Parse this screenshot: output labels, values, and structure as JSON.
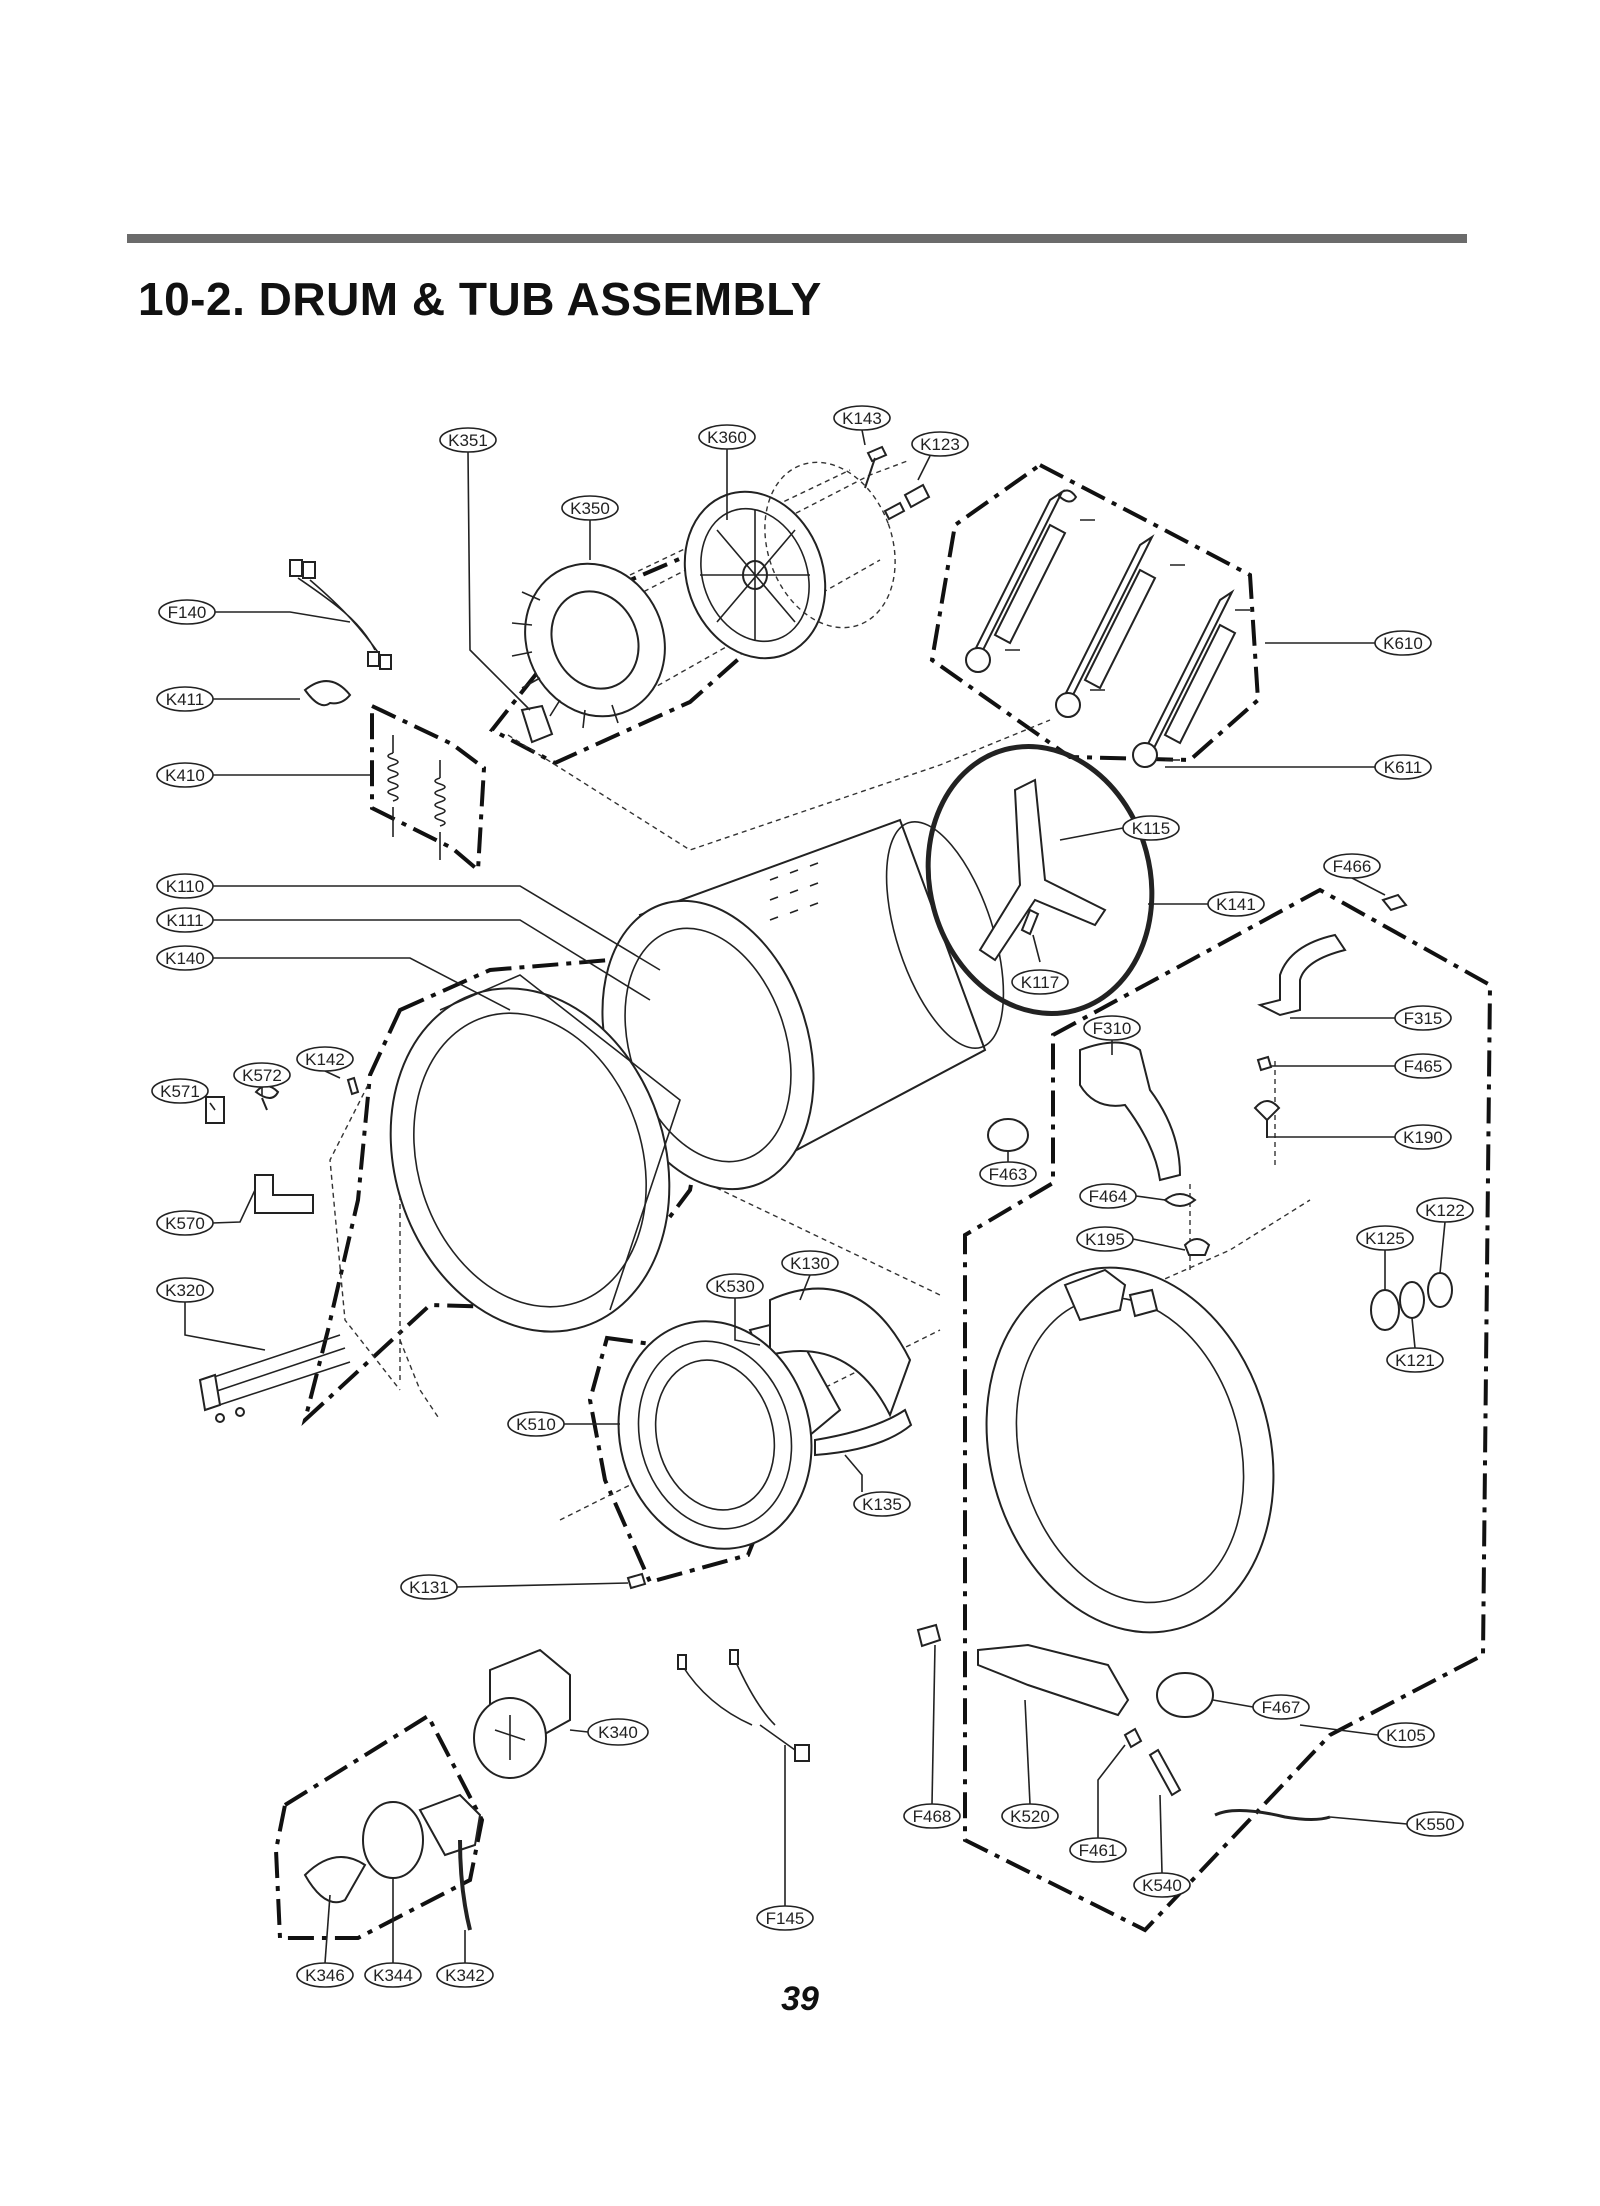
{
  "section_title": "10-2. DRUM & TUB ASSEMBLY",
  "page_number": "39",
  "labels": [
    {
      "code": "K351"
    },
    {
      "code": "K360"
    },
    {
      "code": "K143"
    },
    {
      "code": "K123"
    },
    {
      "code": "K350"
    },
    {
      "code": "F140"
    },
    {
      "code": "K411"
    },
    {
      "code": "K410"
    },
    {
      "code": "K610"
    },
    {
      "code": "K611"
    },
    {
      "code": "K115"
    },
    {
      "code": "F466"
    },
    {
      "code": "K110"
    },
    {
      "code": "K111"
    },
    {
      "code": "K141"
    },
    {
      "code": "K140"
    },
    {
      "code": "K117"
    },
    {
      "code": "F310"
    },
    {
      "code": "F315"
    },
    {
      "code": "F465"
    },
    {
      "code": "K142"
    },
    {
      "code": "K572"
    },
    {
      "code": "K571"
    },
    {
      "code": "K190"
    },
    {
      "code": "F463"
    },
    {
      "code": "F464"
    },
    {
      "code": "K122"
    },
    {
      "code": "K570"
    },
    {
      "code": "K195"
    },
    {
      "code": "K125"
    },
    {
      "code": "K130"
    },
    {
      "code": "K320"
    },
    {
      "code": "K530"
    },
    {
      "code": "K121"
    },
    {
      "code": "K510"
    },
    {
      "code": "K135"
    },
    {
      "code": "K131"
    },
    {
      "code": "K340"
    },
    {
      "code": "F467"
    },
    {
      "code": "K105"
    },
    {
      "code": "F468"
    },
    {
      "code": "K520"
    },
    {
      "code": "K550"
    },
    {
      "code": "F461"
    },
    {
      "code": "K540"
    },
    {
      "code": "F145"
    },
    {
      "code": "K346"
    },
    {
      "code": "K344"
    },
    {
      "code": "K342"
    }
  ]
}
